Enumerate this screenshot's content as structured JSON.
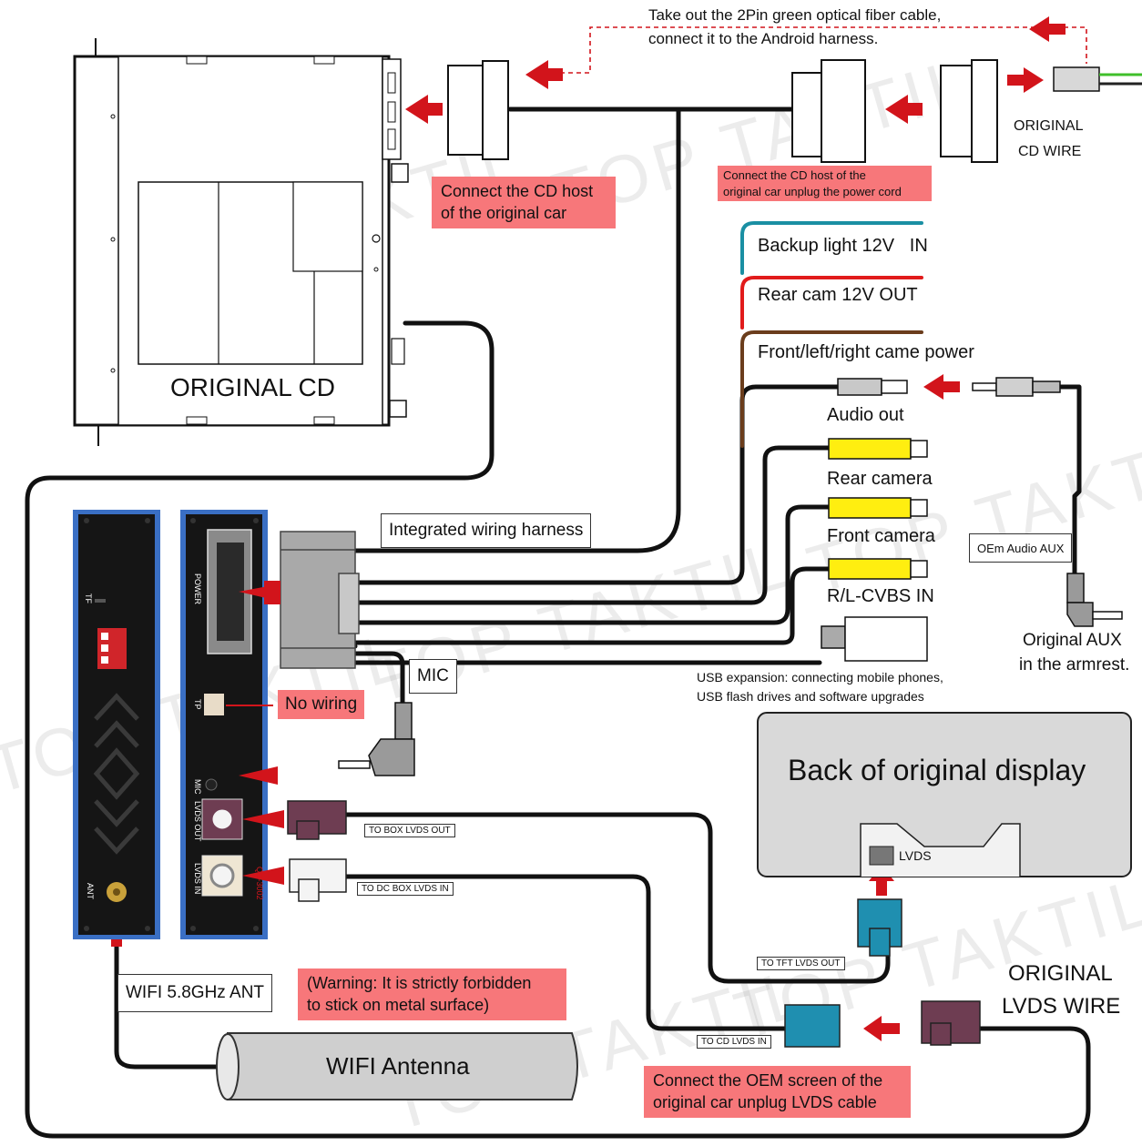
{
  "top_note": {
    "line1": "Take out the 2Pin green optical fiber cable,",
    "line2": "connect it to the Android harness."
  },
  "labels": {
    "original_cd": "ORIGINAL CD",
    "original_cd_wire_1": "ORIGINAL",
    "original_cd_wire_2": "CD WIRE",
    "backup_light": "Backup light 12V   IN",
    "rear_cam_12v": "Rear cam 12V OUT",
    "front_power": "Front/left/right came power",
    "audio_out": "Audio out",
    "rear_camera": "Rear camera",
    "front_camera": "Front camera",
    "rl_cvbs": "R/L-CVBS IN",
    "usb_line1": "USB expansion: connecting mobile phones,",
    "usb_line2": "USB flash drives and software upgrades",
    "original_aux_1": "Original AUX",
    "original_aux_2": "in the armrest.",
    "back_display": "Back of original display",
    "lvds": "LVDS",
    "original_lvds_1": "ORIGINAL",
    "original_lvds_2": "LVDS WIRE",
    "wifi_antenna": "WIFI Antenna"
  },
  "boxes": {
    "integrated_harness": "Integrated wiring harness",
    "mic": "MIC",
    "oem_audio_aux": "OEm Audio AUX",
    "wifi_ant": "WIFI 5.8GHz ANT"
  },
  "callouts": {
    "connect_cd_host_1": "Connect the CD host",
    "connect_cd_host_2": "of the original car",
    "cd_power_1": "Connect the CD host of the",
    "cd_power_2": "original car unplug the power cord",
    "no_wiring": "No wiring",
    "warning_1": "(Warning: It is strictly forbidden",
    "warning_2": "to stick on metal surface)",
    "oem_screen_1": "Connect the OEM screen of the",
    "oem_screen_2": "original car unplug LVDS cable"
  },
  "lvds_tags": {
    "to_box_out": "TO BOX LVDS OUT",
    "to_dc_box_in": "TO DC BOX LVDS IN",
    "to_tft_out": "TO TFT LVDS OUT",
    "to_cd_in": "TO CD LVDS IN"
  },
  "box_panel": {
    "tf": "TF",
    "power": "POWER",
    "tp": "TP",
    "mic": "MIC",
    "lvds_out": "LVDS OUT",
    "lvds_in": "LVDS IN",
    "ant": "ANT",
    "model": "QC-3002"
  },
  "watermark": "TOP TAKTIL",
  "colors": {
    "arrow_red": "#d2141b",
    "callout_pink": "#f7777a",
    "box_blue": "#3a6fc4",
    "wire_teal": "#1a8fa3",
    "wire_red": "#e11b1b",
    "wire_brown": "#6b3d1c",
    "rca_yellow": "#ffee10",
    "lvds_teal": "#1f8fb0",
    "lvds_purple": "#6e3d52",
    "fiber_green": "#3fbf2a"
  }
}
